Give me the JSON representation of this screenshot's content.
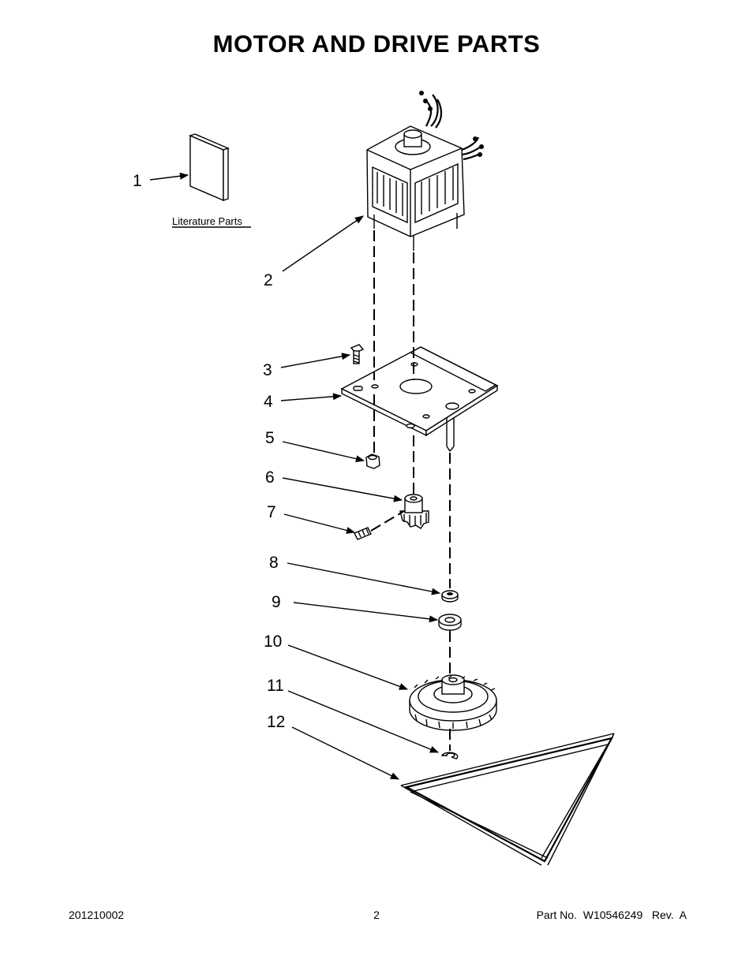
{
  "title": "MOTOR AND DRIVE PARTS",
  "literature_label": "Literature Parts",
  "callouts": [
    "1",
    "2",
    "3",
    "4",
    "5",
    "6",
    "7",
    "8",
    "9",
    "10",
    "11",
    "12"
  ],
  "footer": {
    "left": "201210002",
    "center": "2",
    "right": "Part No.  W10546249   Rev.  A"
  }
}
